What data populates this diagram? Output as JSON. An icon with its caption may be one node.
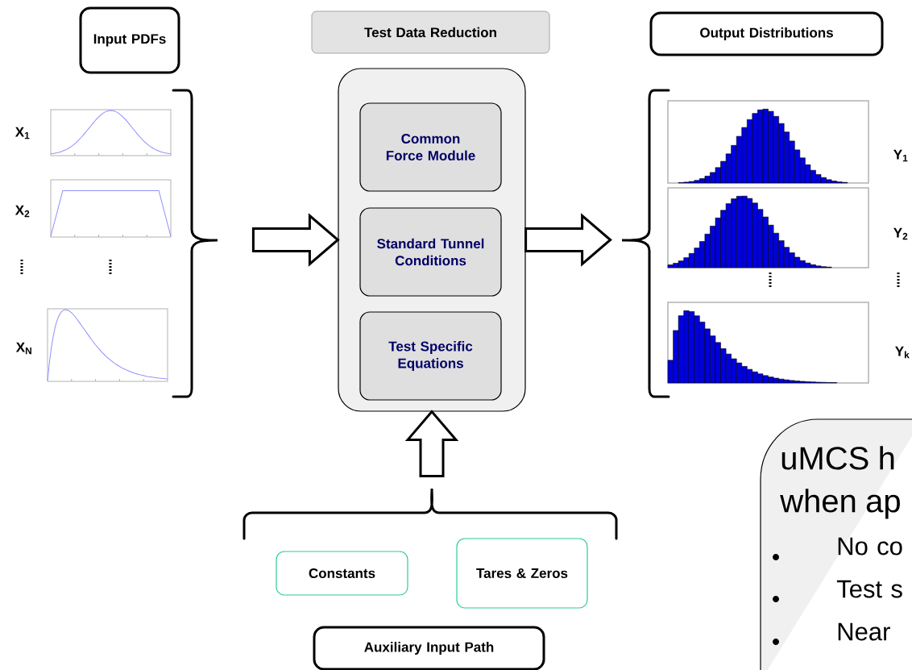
{
  "diagram": {
    "nodes": [
      {
        "text": [
          "Input PDFs"
        ]
      },
      {
        "text": [
          "Test Data Reduction"
        ]
      },
      {
        "text": [
          "Output Distributions"
        ]
      },
      {
        "text": [],
        "shape": "box"
      },
      {
        "text": [
          "Common Force Module"
        ],
        "in": 3
      },
      {
        "text": [
          "Standard Tunnel Conditions"
        ],
        "in": 3
      },
      {
        "text": [
          "Test Specific Equations"
        ],
        "in": 3
      },
      {
        "text": [
          "Constants"
        ]
      },
      {
        "text": [
          "Tares & Zeros"
        ]
      },
      {
        "text": [
          "Auxiliary Input Path"
        ]
      },
      {
        "text": [
          "uMCS h when ap",
          "No co",
          "Test s",
          "Near"
        ]
      }
    ],
    "edges": [
      {
        "from": null,
        "to": 3,
        "arrow": "to"
      },
      {
        "from": 3,
        "to": null,
        "arrow": "to"
      },
      {
        "from": null,
        "to": 3,
        "arrow": "to"
      }
    ],
    "labels": [
      "X$_{1}$",
      "X$_{2}$",
      "X$_{N}$",
      "Y$_{1}$",
      "Y$_{2}$",
      "Y$_{k}$"
    ]
  }
}
